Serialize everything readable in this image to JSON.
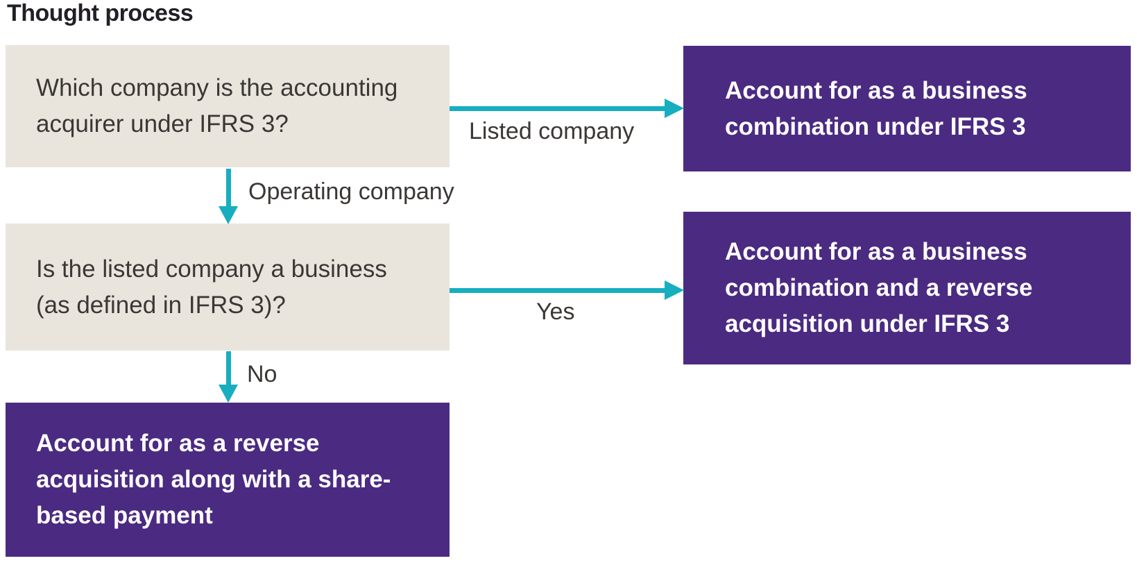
{
  "title": "Thought process",
  "colors": {
    "question_box_bg": "#E9E5DC",
    "result_box_bg": "#4B2A82",
    "arrow": "#17AEC0",
    "question_text": "#3B3735",
    "result_text": "#FFFFFF",
    "title_text": "#231F26"
  },
  "flowchart": {
    "questions": [
      {
        "id": "q1",
        "text": "Which company is the accounting acquirer under IFRS 3?",
        "lines": [
          "Which company is the accounting",
          "acquirer under IFRS 3?"
        ]
      },
      {
        "id": "q2",
        "text": "Is the listed company a business (as defined in IFRS 3)?",
        "lines": [
          "Is the listed company a business",
          "(as defined in IFRS 3)?"
        ]
      }
    ],
    "results": [
      {
        "id": "r1",
        "text": "Account for as a business combination under IFRS 3",
        "lines": [
          "Account for as a business",
          "combination under IFRS 3"
        ]
      },
      {
        "id": "r2",
        "text": "Account for as a business combination and a reverse acquisition under IFRS 3",
        "lines": [
          "Account for as a business",
          "combination and a reverse",
          "acquisition under IFRS 3"
        ]
      },
      {
        "id": "r3",
        "text": "Account for as a reverse acquisition along with a share-based payment",
        "lines": [
          "Account for as a reverse",
          "acquisition along with a share-",
          "based payment"
        ]
      }
    ],
    "edges": [
      {
        "from": "q1",
        "to": "r1",
        "direction": "right",
        "label": "Listed company"
      },
      {
        "from": "q1",
        "to": "q2",
        "direction": "down",
        "label": "Operating company"
      },
      {
        "from": "q2",
        "to": "r2",
        "direction": "right",
        "label": "Yes"
      },
      {
        "from": "q2",
        "to": "r3",
        "direction": "down",
        "label": "No"
      }
    ]
  }
}
